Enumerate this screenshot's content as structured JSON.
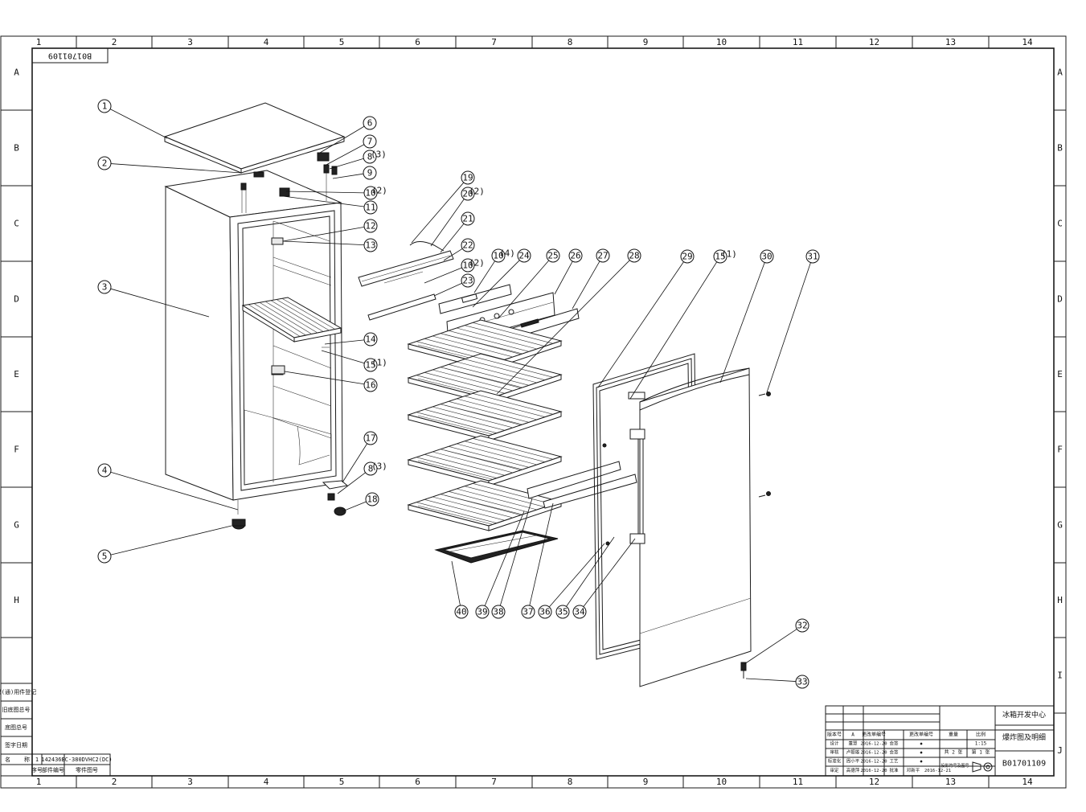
{
  "frame": {
    "col_labels": [
      "1",
      "2",
      "3",
      "4",
      "5",
      "6",
      "7",
      "8",
      "9",
      "10",
      "11",
      "12",
      "13",
      "14"
    ],
    "row_labels": [
      "A",
      "B",
      "C",
      "D",
      "E",
      "F",
      "G",
      "H",
      "I",
      "J"
    ],
    "corner_code": "B01701109"
  },
  "balloons": [
    {
      "id": "1",
      "qty": ""
    },
    {
      "id": "2",
      "qty": ""
    },
    {
      "id": "3",
      "qty": ""
    },
    {
      "id": "4",
      "qty": ""
    },
    {
      "id": "5",
      "qty": ""
    },
    {
      "id": "6",
      "qty": ""
    },
    {
      "id": "7",
      "qty": ""
    },
    {
      "id": "8",
      "qty": "(3)"
    },
    {
      "id": "9",
      "qty": ""
    },
    {
      "id": "10",
      "qty": "(2)"
    },
    {
      "id": "11",
      "qty": ""
    },
    {
      "id": "12",
      "qty": ""
    },
    {
      "id": "13",
      "qty": ""
    },
    {
      "id": "14",
      "qty": ""
    },
    {
      "id": "15",
      "qty": "(1)"
    },
    {
      "id": "16",
      "qty": ""
    },
    {
      "id": "17",
      "qty": ""
    },
    {
      "id": "8",
      "qty": "(3)"
    },
    {
      "id": "18",
      "qty": ""
    },
    {
      "id": "19",
      "qty": ""
    },
    {
      "id": "20",
      "qty": "(2)"
    },
    {
      "id": "21",
      "qty": ""
    },
    {
      "id": "22",
      "qty": ""
    },
    {
      "id": "10",
      "qty": "(2)"
    },
    {
      "id": "23",
      "qty": ""
    },
    {
      "id": "10",
      "qty": "(4)"
    },
    {
      "id": "24",
      "qty": ""
    },
    {
      "id": "25",
      "qty": ""
    },
    {
      "id": "26",
      "qty": ""
    },
    {
      "id": "27",
      "qty": ""
    },
    {
      "id": "28",
      "qty": ""
    },
    {
      "id": "29",
      "qty": ""
    },
    {
      "id": "15",
      "qty": "(1)"
    },
    {
      "id": "30",
      "qty": ""
    },
    {
      "id": "31",
      "qty": ""
    },
    {
      "id": "32",
      "qty": ""
    },
    {
      "id": "33",
      "qty": ""
    },
    {
      "id": "34",
      "qty": ""
    },
    {
      "id": "35",
      "qty": ""
    },
    {
      "id": "36",
      "qty": ""
    },
    {
      "id": "37",
      "qty": ""
    },
    {
      "id": "38",
      "qty": ""
    },
    {
      "id": "39",
      "qty": ""
    },
    {
      "id": "40",
      "qty": ""
    }
  ],
  "left_stamp_rows": [
    "借(通)用件登记",
    "旧底图总号",
    "底图总号",
    "签字日期"
  ],
  "bom": {
    "row": [
      "1",
      "1424368",
      "SC-380DVHC2(DC)"
    ],
    "header": [
      "序号",
      "部件编号",
      "零件图号"
    ],
    "label_col": "名",
    "label_col2": "称"
  },
  "title_block": {
    "department": "冰箱开发中心",
    "drawing_name": "爆炸图及明细",
    "drawing_number": "B01701109",
    "rev_row": [
      "版本号",
      "A",
      "更改单编号",
      "更改单编号",
      "重量",
      "比例"
    ],
    "scale": "1:15",
    "sheets_total": "共 2 张",
    "sheet_no": "第 1 张",
    "rows": [
      {
        "role": "设计",
        "name": "董慧",
        "date": "2016-12-20",
        "role2": "会签",
        "v": "◆",
        "v2": "◆"
      },
      {
        "role": "审核",
        "name": "卢振雄",
        "date": "2016-12-20",
        "role2": "会签",
        "v": "◆",
        "v2": "◆"
      },
      {
        "role": "标准化",
        "name": "周小平",
        "date": "2016-12-20",
        "role2": "工艺",
        "v": "◆",
        "v2": "◆"
      },
      {
        "role": "审定",
        "name": "高德萍",
        "date": "2016-12-20",
        "role2": "批准",
        "v": "邓新平",
        "v2": "2016-12-21"
      }
    ],
    "projection_label": "投影符号及图号"
  }
}
